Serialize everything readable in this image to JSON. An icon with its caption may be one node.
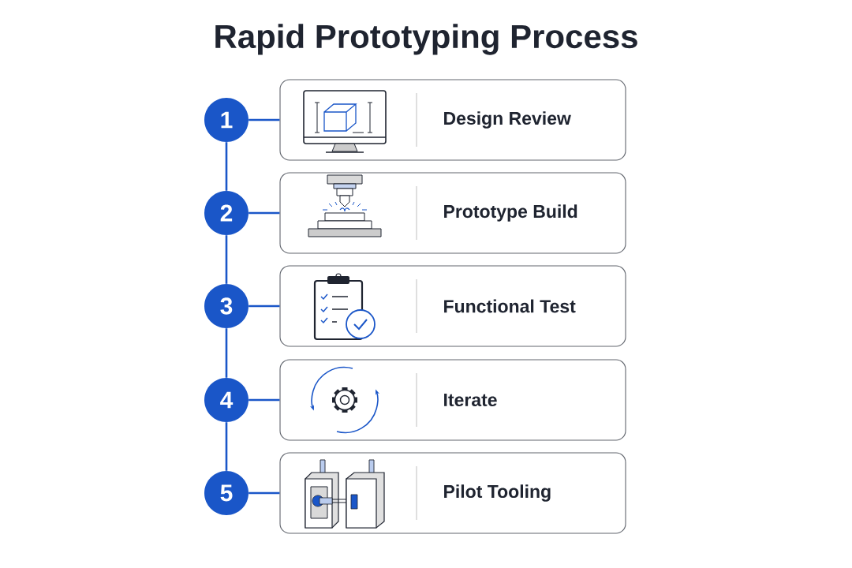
{
  "diagram": {
    "title": "Rapid Prototyping Process",
    "nodes": [
      {
        "text": [
          "1"
        ]
      },
      {
        "text": [
          "2"
        ]
      },
      {
        "text": [
          "3"
        ]
      },
      {
        "text": [
          "4"
        ]
      },
      {
        "text": [
          "5"
        ]
      },
      {
        "text": [
          "Design Review"
        ]
      },
      {
        "text": [
          "Prototype Build"
        ]
      },
      {
        "text": [
          "Functional Test"
        ]
      },
      {
        "text": [
          "Iterate"
        ]
      },
      {
        "text": [
          "Pilot Tooling"
        ]
      }
    ],
    "edges": [
      {
        "from": 0,
        "to": 5,
        "arrow": "none"
      },
      {
        "from": 0,
        "to": 1,
        "arrow": "none"
      },
      {
        "from": 1,
        "to": 6,
        "arrow": "none"
      },
      {
        "from": 1,
        "to": 2,
        "arrow": "none"
      },
      {
        "from": 2,
        "to": 7,
        "arrow": "none"
      },
      {
        "from": 2,
        "to": 3,
        "arrow": "none"
      },
      {
        "from": 3,
        "to": 8,
        "arrow": "none"
      },
      {
        "from": 3,
        "to": 4,
        "arrow": "none"
      },
      {
        "from": 4,
        "to": 9,
        "arrow": "none"
      }
    ]
  }
}
